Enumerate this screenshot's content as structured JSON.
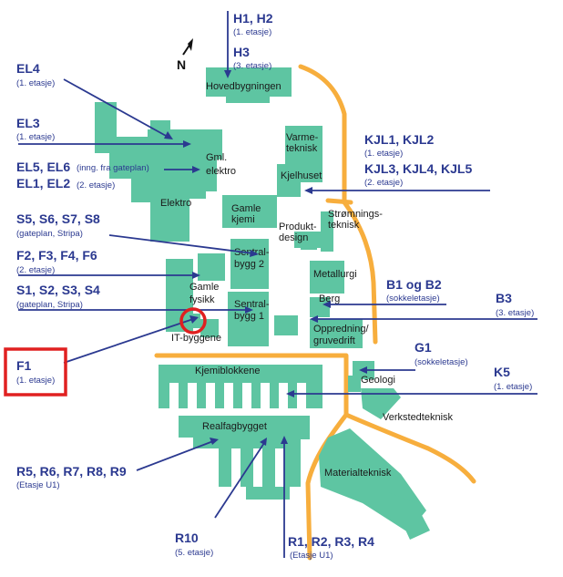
{
  "map": {
    "north_label": "N",
    "colors": {
      "building": "#5ec5a2",
      "road": "#f7ae3d",
      "label": "#2b3990",
      "highlight": "#e02020"
    },
    "rooms": [
      {
        "id": "h1h2",
        "label": "H1, H2",
        "floor": "(1. etasje)"
      },
      {
        "id": "h3",
        "label": "H3",
        "floor": "(3. etasje)"
      },
      {
        "id": "el4",
        "label": "EL4",
        "floor": "(1. etasje)"
      },
      {
        "id": "el3",
        "label": "EL3",
        "floor": "(1. etasje)"
      },
      {
        "id": "el5el6",
        "label": "EL5, EL6",
        "floor": "(inng. fra gateplan)"
      },
      {
        "id": "el1el2",
        "label": "EL1, EL2",
        "floor": "(2. etasje)"
      },
      {
        "id": "s5s8",
        "label": "S5, S6, S7, S8",
        "floor": "(gateplan, Stripa)"
      },
      {
        "id": "f2f6",
        "label": "F2, F3, F4, F6",
        "floor": "(2. etasje)"
      },
      {
        "id": "s1s4",
        "label": "S1, S2, S3, S4",
        "floor": "(gateplan, Stripa)"
      },
      {
        "id": "f1",
        "label": "F1",
        "floor": "(1. etasje)"
      },
      {
        "id": "r5r9",
        "label": "R5, R6, R7, R8, R9",
        "floor": "(Etasje U1)"
      },
      {
        "id": "r10",
        "label": "R10",
        "floor": "(5. etasje)"
      },
      {
        "id": "r1r4",
        "label": "R1, R2, R3, R4",
        "floor": "(Etasje U1)"
      },
      {
        "id": "kjl12",
        "label": "KJL1, KJL2",
        "floor": "(1. etasje)"
      },
      {
        "id": "kjl35",
        "label": "KJL3, KJL4, KJL5",
        "floor": "(2. etasje)"
      },
      {
        "id": "b1b2",
        "label": "B1 og B2",
        "floor": "(sokkeletasje)"
      },
      {
        "id": "b3",
        "label": "B3",
        "floor": "(3. etasje)"
      },
      {
        "id": "g1",
        "label": "G1",
        "floor": "(sokkeletasje)"
      },
      {
        "id": "k5",
        "label": "K5",
        "floor": "(1. etasje)"
      }
    ],
    "buildings": {
      "hovedbygningen": "Hovedbygningen",
      "varme_1": "Varme-",
      "varme_2": "teknisk",
      "kjelhuset": "Kjelhuset",
      "gml_1": "Gml.",
      "gml_2": "elektro",
      "elektro": "Elektro",
      "gamle_kjemi_1": "Gamle",
      "gamle_kjemi_2": "kjemi",
      "strom_1": "Strømnings-",
      "strom_2": "teknisk",
      "produkt_1": "Produkt-",
      "produkt_2": "design",
      "sentral2_1": "Sentral-",
      "sentral2_2": "bygg 2",
      "metallurgi": "Metallurgi",
      "gamle_fysikk_1": "Gamle",
      "gamle_fysikk_2": "fysikk",
      "berg": "Berg",
      "sentral1_1": "Sentral-",
      "sentral1_2": "bygg 1",
      "oppredning_1": "Oppredning/",
      "oppredning_2": "gruvedrift",
      "it": "IT-byggene",
      "kjemiblokkene": "Kjemiblokkene",
      "geologi": "Geologi",
      "verksted": "Verkstedteknisk",
      "realfag": "Realfagbygget",
      "material": "Materialteknisk"
    }
  }
}
